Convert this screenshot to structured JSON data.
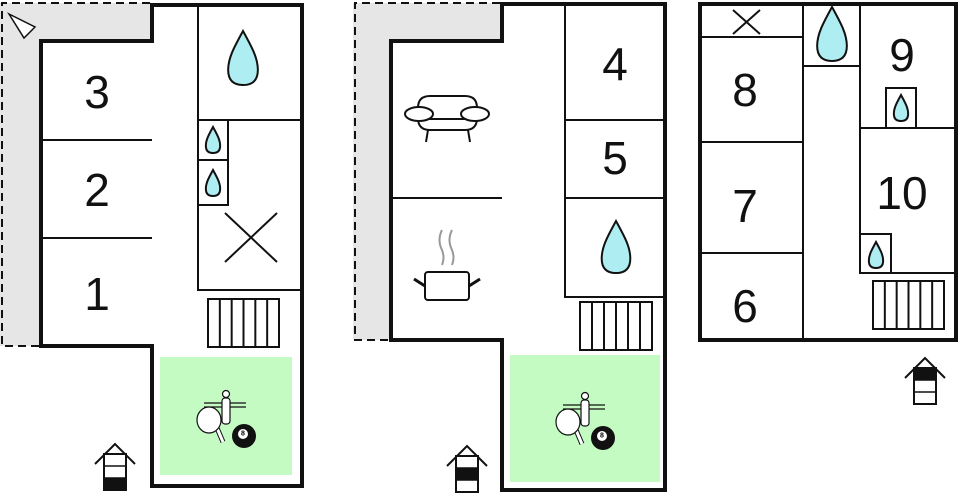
{
  "colors": {
    "terrace": "#e6e6e6",
    "game_room": "#c3fbc3",
    "water": "#aeeef2",
    "walls": "#111111"
  },
  "plans": [
    {
      "name": "ground-floor",
      "rooms": {
        "r3": "3",
        "r2": "2",
        "r1": "1"
      },
      "icons": [
        "compass-icon",
        "bathroom-icon",
        "shower-icon",
        "toilet-icon",
        "storage-x-icon",
        "stairs-icon",
        "foosball-icon",
        "table-tennis-icon",
        "billiard-ball-icon",
        "floor-indicator-icon"
      ]
    },
    {
      "name": "first-floor",
      "rooms": {
        "r4": "4",
        "r5": "5"
      },
      "icons": [
        "sofa-icon",
        "cooking-pot-icon",
        "bathroom-icon",
        "stairs-icon",
        "foosball-icon",
        "table-tennis-icon",
        "billiard-ball-icon",
        "floor-indicator-icon"
      ]
    },
    {
      "name": "second-floor",
      "rooms": {
        "r8": "8",
        "r7": "7",
        "r6": "6",
        "r9": "9",
        "r10": "10"
      },
      "icons": [
        "storage-x-icon",
        "bathroom-icon",
        "stairs-icon",
        "floor-indicator-icon"
      ]
    }
  ],
  "billiard_ball_label": "8"
}
